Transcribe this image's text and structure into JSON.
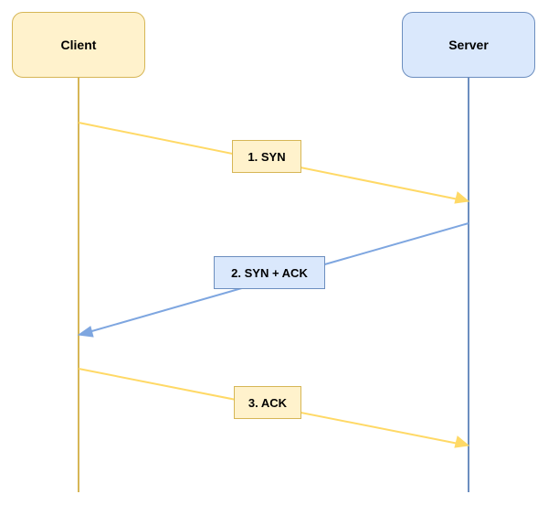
{
  "actors": {
    "client": {
      "label": "Client",
      "fill": "#fff2cc",
      "stroke": "#d6b656"
    },
    "server": {
      "label": "Server",
      "fill": "#dae8fc",
      "stroke": "#6c8ebf"
    }
  },
  "messages": [
    {
      "label": "1. SYN",
      "from": "client",
      "to": "server",
      "color": "#ffd966"
    },
    {
      "label": "2. SYN + ACK",
      "from": "server",
      "to": "client",
      "color": "#7ea6e0"
    },
    {
      "label": "3. ACK",
      "from": "client",
      "to": "server",
      "color": "#ffd966"
    }
  ]
}
